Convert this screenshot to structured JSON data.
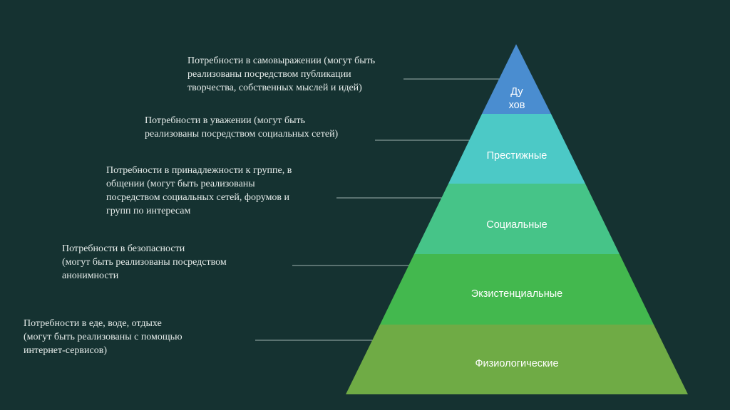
{
  "pyramid": {
    "levels": [
      {
        "id": "spiritual",
        "label_lines": [
          "Ду",
          "хов"
        ],
        "color": "#4a8dd0"
      },
      {
        "id": "prestige",
        "label_lines": [
          "Престижные"
        ],
        "color": "#4cc9c6"
      },
      {
        "id": "social",
        "label_lines": [
          "Социальные"
        ],
        "color": "#46c488"
      },
      {
        "id": "existential",
        "label_lines": [
          "Экзистенциальные"
        ],
        "color": "#43b84e"
      },
      {
        "id": "physiological",
        "label_lines": [
          "Физиологические"
        ],
        "color": "#6fab45"
      }
    ]
  },
  "descriptions": [
    {
      "id": "spiritual",
      "text": "Потребности в самовыражении (могут быть\nреализованы посредством публикации\nтворчества, собственных мыслей и идей)"
    },
    {
      "id": "prestige",
      "text": "Потребности в уважении (могут быть\nреализованы посредством социальных сетей)"
    },
    {
      "id": "social",
      "text": "Потребности в принадлежности к группе, в\nобщении (могут быть реализованы\nпосредством социальных сетей, форумов и\nгрупп по интересам"
    },
    {
      "id": "existential",
      "text": "Потребности в безопасности\n(могут быть реализованы посредством\nанонимности"
    },
    {
      "id": "physiological",
      "text": "Потребности в еде, воде, отдыхе\n(могут быть реализованы с помощью\nинтернет-сервисов)"
    }
  ],
  "colors": {
    "background": "#153231",
    "connector": "#9fb3b0",
    "text": "#e6ecea"
  }
}
